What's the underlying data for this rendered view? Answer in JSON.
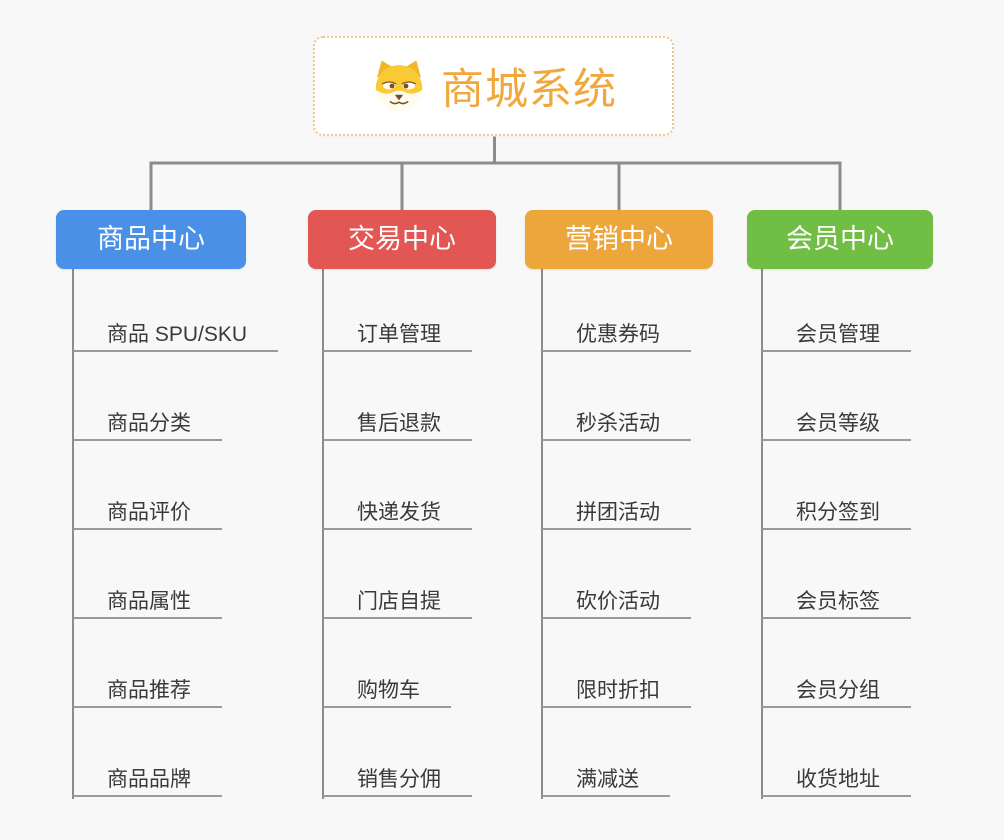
{
  "theme": {
    "background": "#f8f8f8",
    "connector": "#8c8c8c",
    "leaf_line": "#9a9a9a",
    "root_title": "#f0a83d",
    "root_border": "#f1c488",
    "leaf_text": "#3a3a3a"
  },
  "root": {
    "title": "商城系统",
    "icon": "dog-logo-icon"
  },
  "branches": [
    {
      "label": "商品中心",
      "color": "#4a90e6",
      "children": [
        "商品 SPU/SKU",
        "商品分类",
        "商品评价",
        "商品属性",
        "商品推荐",
        "商品品牌"
      ]
    },
    {
      "label": "交易中心",
      "color": "#e25754",
      "children": [
        "订单管理",
        "售后退款",
        "快递发货",
        "门店自提",
        "购物车",
        "销售分佣"
      ]
    },
    {
      "label": "营销中心",
      "color": "#eca63b",
      "children": [
        "优惠券码",
        "秒杀活动",
        "拼团活动",
        "砍价活动",
        "限时折扣",
        "满减送"
      ]
    },
    {
      "label": "会员中心",
      "color": "#70be44",
      "children": [
        "会员管理",
        "会员等级",
        "积分签到",
        "会员标签",
        "会员分组",
        "收货地址"
      ]
    }
  ]
}
